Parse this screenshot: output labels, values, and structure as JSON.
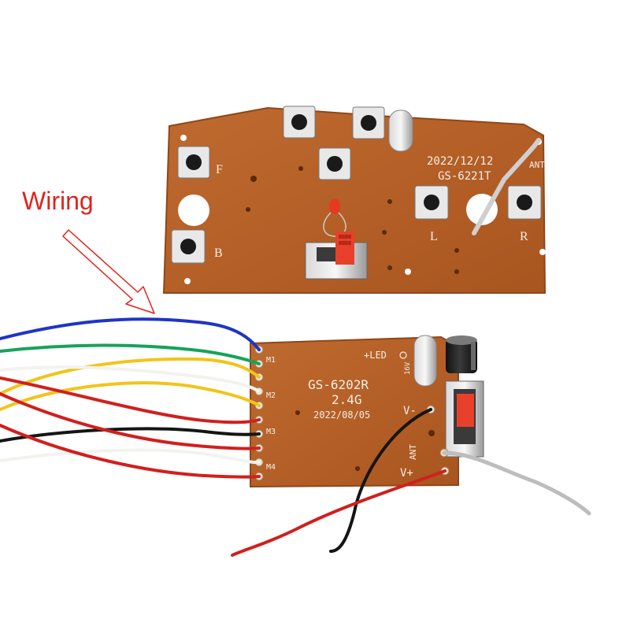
{
  "callout": {
    "label": "Wiring"
  },
  "transmitter": {
    "date": "2022/12/12",
    "model": "GS-6221T",
    "labels": {
      "forward": "F",
      "back": "B",
      "left": "L",
      "right": "R",
      "antenna": "ANT"
    }
  },
  "receiver": {
    "model": "GS-6202R",
    "frequency": "2.4G",
    "date": "2022/08/05",
    "led_label": "+LED",
    "pads": {
      "m1": "M1",
      "m2": "M2",
      "m3": "M3",
      "m4": "M4"
    },
    "power_neg": "V-",
    "antenna": "ANT",
    "power_pos": "V+",
    "capacitor_mark": "16V"
  },
  "colors": {
    "board": "#b5622a",
    "board_edge": "#8f4719",
    "wire_blue": "#1f35c4",
    "wire_green": "#16a35a",
    "wire_white": "#f2f2ee",
    "wire_yellow": "#f2c418",
    "wire_red": "#d0201e",
    "wire_black": "#151515",
    "callout": "#e0241b"
  }
}
